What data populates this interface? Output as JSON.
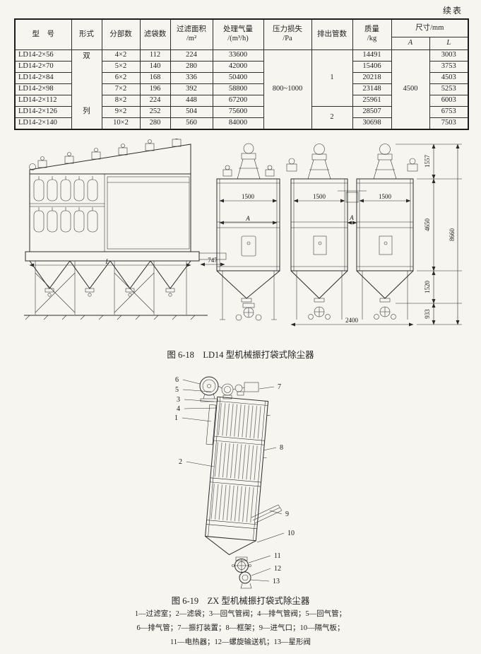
{
  "colors": {
    "paper": "#f7f5f0",
    "ink": "#1f1f1f"
  },
  "page": {
    "continued_label": "续表"
  },
  "table": {
    "headers": {
      "model": "型　号",
      "form": "形式",
      "sections": "分部数",
      "bags": "滤袋数",
      "area_l1": "过滤面积",
      "area_l2": "/m²",
      "capacity_l1": "处理气量",
      "capacity_l2": "/(m³/h)",
      "pressure_l1": "压力损失",
      "pressure_l2": "/Pa",
      "outlets": "排出管数",
      "mass_l1": "质量",
      "mass_l2": "/kg",
      "dims": "尺寸/mm",
      "dim_a": "A",
      "dim_l": "L"
    },
    "form_top": "双",
    "form_bottom": "列",
    "pressure_value": "800~1000",
    "outlets_group1": "1",
    "outlets_group2": "2",
    "dim_a_value": "4500",
    "rows": [
      {
        "model": "LD14-2×56",
        "sections": "4×2",
        "bags": "112",
        "area": "224",
        "capacity": "33600",
        "mass": "14491",
        "l": "3003"
      },
      {
        "model": "LD14-2×70",
        "sections": "5×2",
        "bags": "140",
        "area": "280",
        "capacity": "42000",
        "mass": "15406",
        "l": "3753"
      },
      {
        "model": "LD14-2×84",
        "sections": "6×2",
        "bags": "168",
        "area": "336",
        "capacity": "50400",
        "mass": "20218",
        "l": "4503"
      },
      {
        "model": "LD14-2×98",
        "sections": "7×2",
        "bags": "196",
        "area": "392",
        "capacity": "58800",
        "mass": "23148",
        "l": "5253"
      },
      {
        "model": "LD14-2×112",
        "sections": "8×2",
        "bags": "224",
        "area": "448",
        "capacity": "67200",
        "mass": "25961",
        "l": "6003"
      },
      {
        "model": "LD14-2×126",
        "sections": "9×2",
        "bags": "252",
        "area": "504",
        "capacity": "75600",
        "mass": "28507",
        "l": "6753"
      },
      {
        "model": "LD14-2×140",
        "sections": "10×2",
        "bags": "280",
        "area": "560",
        "capacity": "84000",
        "mass": "30698",
        "l": "7503"
      }
    ]
  },
  "figure1": {
    "caption": "图 6-18　LD14 型机械振打袋式除尘器",
    "labels": {
      "w1500": "1500",
      "gap_a": "A",
      "length_l": "L",
      "beam_747": "747",
      "w2400": "2400",
      "h1557": "1557",
      "h4650": "4650",
      "h8660": "8660",
      "h1520": "1520",
      "h933": "933"
    }
  },
  "figure2": {
    "caption": "图 6-19　ZX 型机械振打袋式除尘器",
    "callouts": [
      "1",
      "2",
      "3",
      "4",
      "5",
      "6",
      "7",
      "8",
      "9",
      "10",
      "11",
      "12",
      "13"
    ]
  },
  "parts_list": {
    "line1": "1—过滤室；2—滤袋；3—回气管阀；4—排气管阀；5—回气管；",
    "line2": "6—排气管；7—振打装置；8—框架；9—进气口；10—隔气板；",
    "line3": "11—电热器；12—螺旋输送机；13—星形阀"
  }
}
